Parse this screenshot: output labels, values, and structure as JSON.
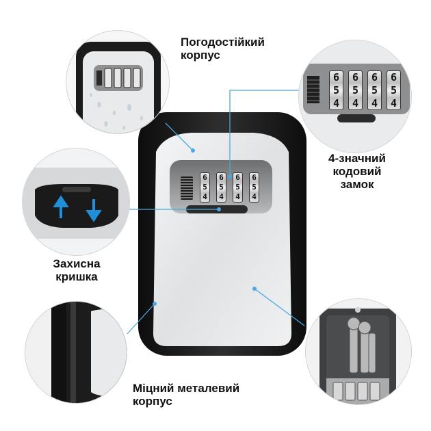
{
  "labels": {
    "weatherproof_line1": "Погодостійкий",
    "weatherproof_line2": "корпус",
    "code_lock_line1": "4-значний",
    "code_lock_line2": "кодовий",
    "code_lock_line3": "замок",
    "cover_line1": "Захисна",
    "cover_line2": "кришка",
    "metal_line1": "Міцний металевий",
    "metal_line2": "корпус"
  },
  "lock_digits": {
    "wheel1": [
      "6",
      "5",
      "4"
    ],
    "wheel2": [
      "6",
      "5",
      "4"
    ],
    "wheel3": [
      "6",
      "5",
      "4"
    ],
    "wheel4": [
      "6",
      "5",
      "4"
    ]
  },
  "colors": {
    "accent_blue": "#1e8fd8",
    "frame_black": "#1a1a1a",
    "panel_silver": "#e4e6e8",
    "callout_line": "#4aa8e0"
  }
}
